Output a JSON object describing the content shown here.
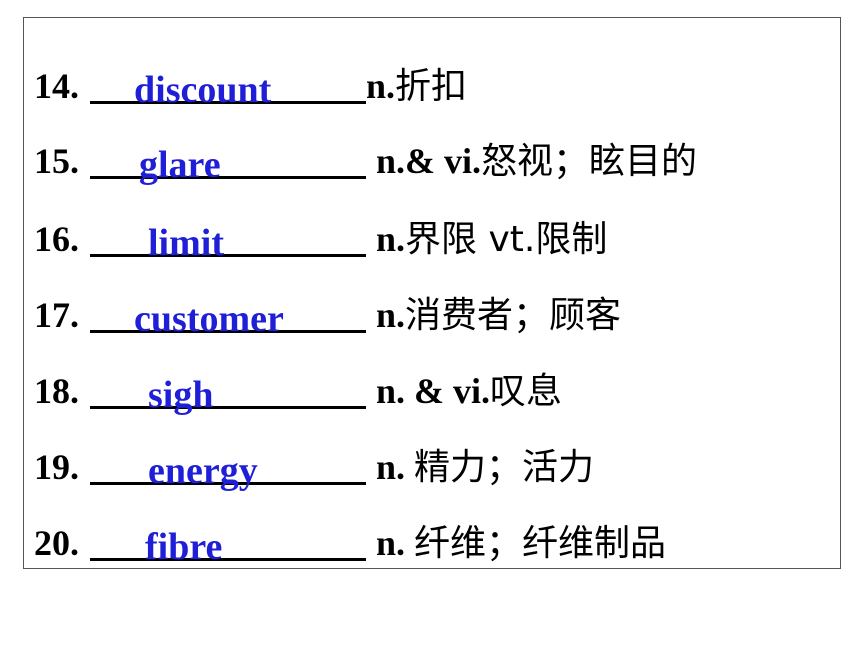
{
  "items": [
    {
      "number": "14.",
      "answer": "discount",
      "pos": "n.",
      "meaning": "折扣"
    },
    {
      "number": "15.",
      "answer": "glare",
      "pos": "n.& vi.",
      "meaning": "怒视；眩目的"
    },
    {
      "number": "16.",
      "answer": "limit",
      "pos": "n.",
      "meaning": "界限  vt.限制"
    },
    {
      "number": "17.",
      "answer": "customer",
      "pos": "n.",
      "meaning": "消费者；顾客"
    },
    {
      "number": "18.",
      "answer": "sigh",
      "pos": "n. & vi.",
      "meaning": "叹息"
    },
    {
      "number": "19.",
      "answer": "energy",
      "pos": "n. ",
      "meaning": "精力；活力"
    },
    {
      "number": "20.",
      "answer": "fibre",
      "pos": "n. ",
      "meaning": "纤维；纤维制品"
    }
  ],
  "colors": {
    "answer": "#1f1fd8",
    "text": "#000000",
    "border": "#555555"
  }
}
